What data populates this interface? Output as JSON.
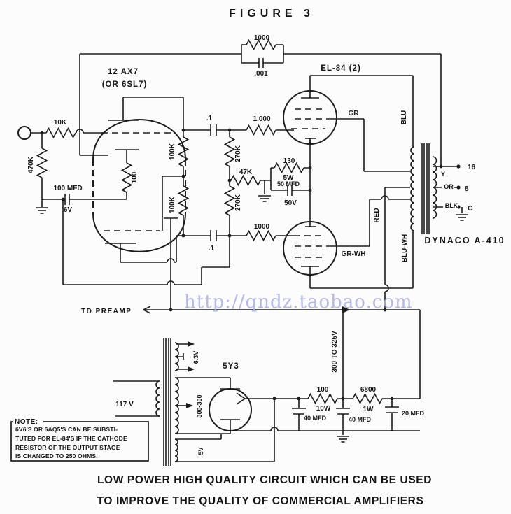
{
  "figure_title": "FIGURE 3",
  "watermark": "http://qndz.taobao.com",
  "caption": {
    "line1": "LOW POWER HIGH QUALITY CIRCUIT WHICH CAN BE USED",
    "line2": "TO IMPROVE THE QUALITY OF COMMERCIAL AMPLIFIERS"
  },
  "note": {
    "heading": "NOTE:",
    "lines": [
      "6V6'S OR 6AQ5'S CAN BE SUBSTI-",
      "TUTED FOR EL-84'S IF THE CATHODE",
      "RESISTOR OF THE OUTPUT STAGE",
      "IS CHANGED TO 250 OHMS."
    ]
  },
  "tubes": {
    "input_tube": "12 AX7",
    "input_tube_alt": "(OR 6SL7)",
    "output_tubes": "EL-84 (2)",
    "rectifier": "5Y3"
  },
  "components": {
    "feedback_resistor": "1000",
    "feedback_cap": ".001",
    "input_grid_stopper": "10K",
    "input_resistor": "470K",
    "cathode_cap": "100 MFD",
    "cathode_cap_voltage": "6V",
    "cathode_resistor_v1": "100",
    "plate_load_1": "100K",
    "plate_load_2": "100K",
    "coupling_cap_1": ".1",
    "coupling_cap_2": ".1",
    "grid_leak_1": "270K",
    "grid_leak_2": "270K",
    "grid_resistor_1": "1,000",
    "grid_resistor_2": "1000",
    "tail_resistor": "47K",
    "bias_resistor": "130",
    "bias_resistor_watt": "5W",
    "bias_cap": "50 MFD",
    "bias_cap_voltage": "50V",
    "filter_resistor_1": "100",
    "filter_resistor_1_watt": "10W",
    "filter_cap_1": "40 MFD",
    "filter_cap_2": "40 MFD",
    "filter_resistor_2": "6800",
    "filter_resistor_2_watt": "1W",
    "filter_cap_3": "20 MFD"
  },
  "wire_labels": {
    "gr": "GR",
    "gr_wh": "GR-WH",
    "blu": "BLU",
    "blu_wh": "BLU-WH",
    "red": "RED",
    "b_plus": "300 TO 325V"
  },
  "output_transformer": {
    "name": "DYNACO A-410",
    "tap_y": "Y",
    "tap_or": "OR",
    "tap_blk": "BLK",
    "terminal_16": "16",
    "terminal_8": "8",
    "terminal_c": "C"
  },
  "power_transformer": {
    "primary": "117 V",
    "heater_winding": "6.3V",
    "ht_winding": "300-300",
    "rectifier_winding": "5V"
  },
  "preamp_label": "TD PREAMP"
}
